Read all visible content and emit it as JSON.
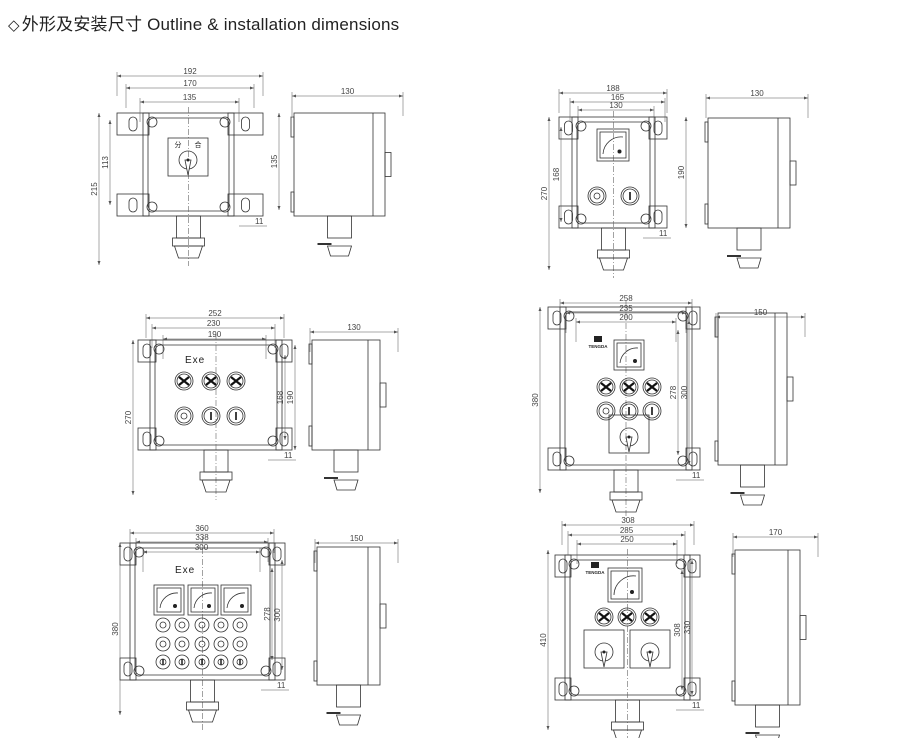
{
  "title": {
    "icon": "diamond-outline-icon",
    "cn": "外形及安装尺寸",
    "en": "Outline & installation dimensions"
  },
  "drawings": [
    {
      "name": "unit-1-switch",
      "front": {
        "widths": [
          "192",
          "170",
          "135"
        ],
        "heights_left": [
          "215",
          "113"
        ],
        "heights_right": [
          "135"
        ],
        "lug": "11",
        "switch_labels": [
          "分",
          "合"
        ]
      },
      "side": {
        "depth": "130"
      }
    },
    {
      "name": "unit-2-meter-2-buttons",
      "front": {
        "widths": [
          "188",
          "165",
          "130"
        ],
        "heights_left": [
          "270",
          "168"
        ],
        "heights_right": [
          "190"
        ],
        "lug": "11"
      },
      "side": {
        "depth": "130"
      }
    },
    {
      "name": "unit-3-6-buttons",
      "front": {
        "widths": [
          "252",
          "230",
          "190"
        ],
        "heights_left": [
          "270"
        ],
        "heights_right": [
          "168",
          "190"
        ],
        "lug": "11",
        "marking": "Exe"
      },
      "side": {
        "depth": "130"
      }
    },
    {
      "name": "unit-4-meter-buttons-switch",
      "front": {
        "widths": [
          "258",
          "235",
          "200"
        ],
        "heights_left": [
          "380"
        ],
        "heights_right": [
          "278",
          "300"
        ],
        "lug": "11",
        "brand": "TENGDA"
      },
      "side": {
        "depth": "150"
      }
    },
    {
      "name": "unit-5-3-meters-15-buttons",
      "front": {
        "widths": [
          "360",
          "338",
          "300"
        ],
        "heights_left": [
          "380"
        ],
        "heights_right": [
          "278",
          "300"
        ],
        "lug": "11",
        "marking": "Exe"
      },
      "side": {
        "depth": "150"
      }
    },
    {
      "name": "unit-6-meter-buttons-2-switches",
      "front": {
        "widths": [
          "308",
          "285",
          "250"
        ],
        "heights_left": [
          "410"
        ],
        "heights_right": [
          "308",
          "330"
        ],
        "lug": "11",
        "brand": "TENGDA"
      },
      "side": {
        "depth": "170"
      }
    }
  ]
}
